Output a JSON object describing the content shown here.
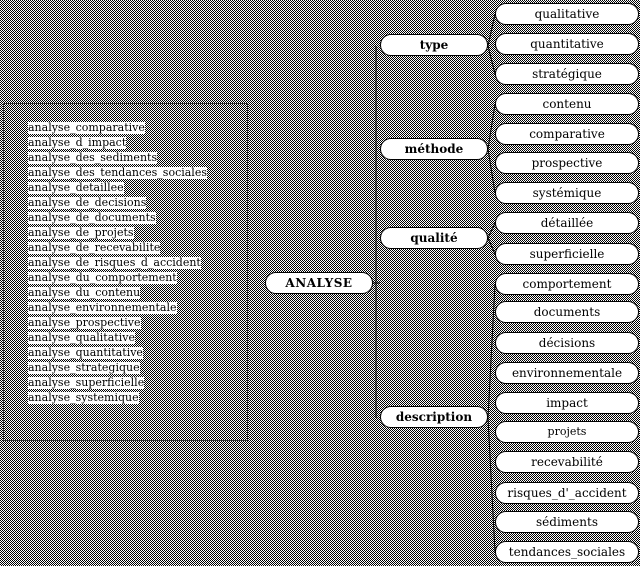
{
  "root": "ANALYSE",
  "categories": [
    "type",
    "méthode",
    "qualité",
    "description"
  ],
  "values": [
    "qualitative",
    "quantitative",
    "stratégique",
    "contenu",
    "comparative",
    "prospective",
    "systémique",
    "détaillée",
    "superficielle",
    "comportement",
    "documents",
    "décisions",
    "environnementale",
    "impact",
    "projets",
    "recevabilité",
    "risques_d'_accident",
    "sédiments",
    "tendances_sociales"
  ],
  "list": [
    "analyse_comparative",
    "analyse_d_impact",
    "analyse_des_sediments",
    "analyse_des_tendances_sociales",
    "analyse_detaillee",
    "analyse_de_decisions",
    "analyse_de_documents",
    "analyse_de_projets",
    "analyse_de_recevabilite",
    "analyse_de_risques_d_accident",
    "analyse_du_comportement",
    "analyse_du_contenu",
    "analyse_environnementale",
    "analyse_prospective",
    "analyse_qualitative",
    "analyse_quantitative",
    "analyse_strategique",
    "analyse_superficielle",
    "analyse_systemique"
  ]
}
